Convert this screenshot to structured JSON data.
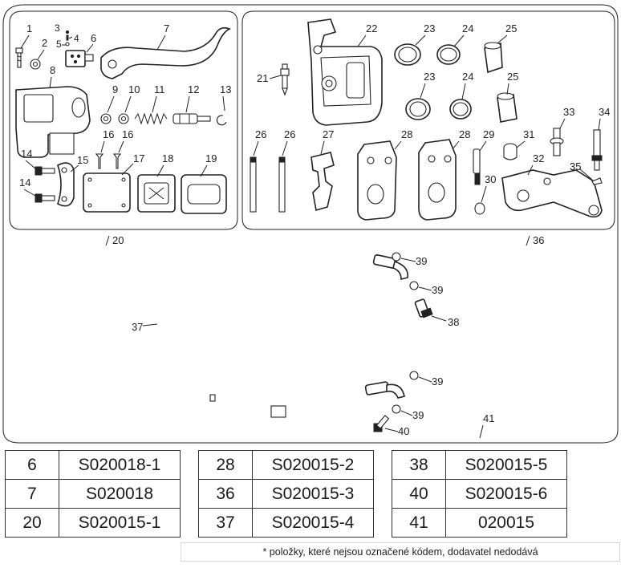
{
  "diagram": {
    "groups": [
      {
        "label": "20"
      },
      {
        "label": "36"
      }
    ],
    "callouts": {
      "c1": "1",
      "c2": "2",
      "c3": "3",
      "c4": "4",
      "c5": "5",
      "c6": "6",
      "c7": "7",
      "c8": "8",
      "c9": "9",
      "c10": "10",
      "c11": "11",
      "c12": "12",
      "c13": "13",
      "c14a": "14",
      "c14b": "14",
      "c15": "15",
      "c16a": "16",
      "c16b": "16",
      "c17": "17",
      "c18": "18",
      "c19": "19",
      "c21": "21",
      "c22": "22",
      "c23a": "23",
      "c23b": "23",
      "c24a": "24",
      "c24b": "24",
      "c25a": "25",
      "c25b": "25",
      "c26a": "26",
      "c26b": "26",
      "c27": "27",
      "c28a": "28",
      "c28b": "28",
      "c29": "29",
      "c30": "30",
      "c31": "31",
      "c32": "32",
      "c33": "33",
      "c34": "34",
      "c35": "35",
      "c37": "37",
      "c38": "38",
      "c39a": "39",
      "c39b": "39",
      "c39c": "39",
      "c39d": "39",
      "c40": "40",
      "c41": "41"
    }
  },
  "parts_table": {
    "rows": [
      [
        {
          "pos": "6",
          "code": "S020018-1"
        },
        {
          "pos": "28",
          "code": "S020015-2"
        },
        {
          "pos": "38",
          "code": "S020015-5"
        }
      ],
      [
        {
          "pos": "7",
          "code": "S020018"
        },
        {
          "pos": "36",
          "code": "S020015-3"
        },
        {
          "pos": "40",
          "code": "S020015-6"
        }
      ],
      [
        {
          "pos": "20",
          "code": "S020015-1"
        },
        {
          "pos": "37",
          "code": "S020015-4"
        },
        {
          "pos": "41",
          "code": "020015"
        }
      ]
    ]
  },
  "footnote": "* položky, které nejsou označené kódem, dodavatel nedodává"
}
